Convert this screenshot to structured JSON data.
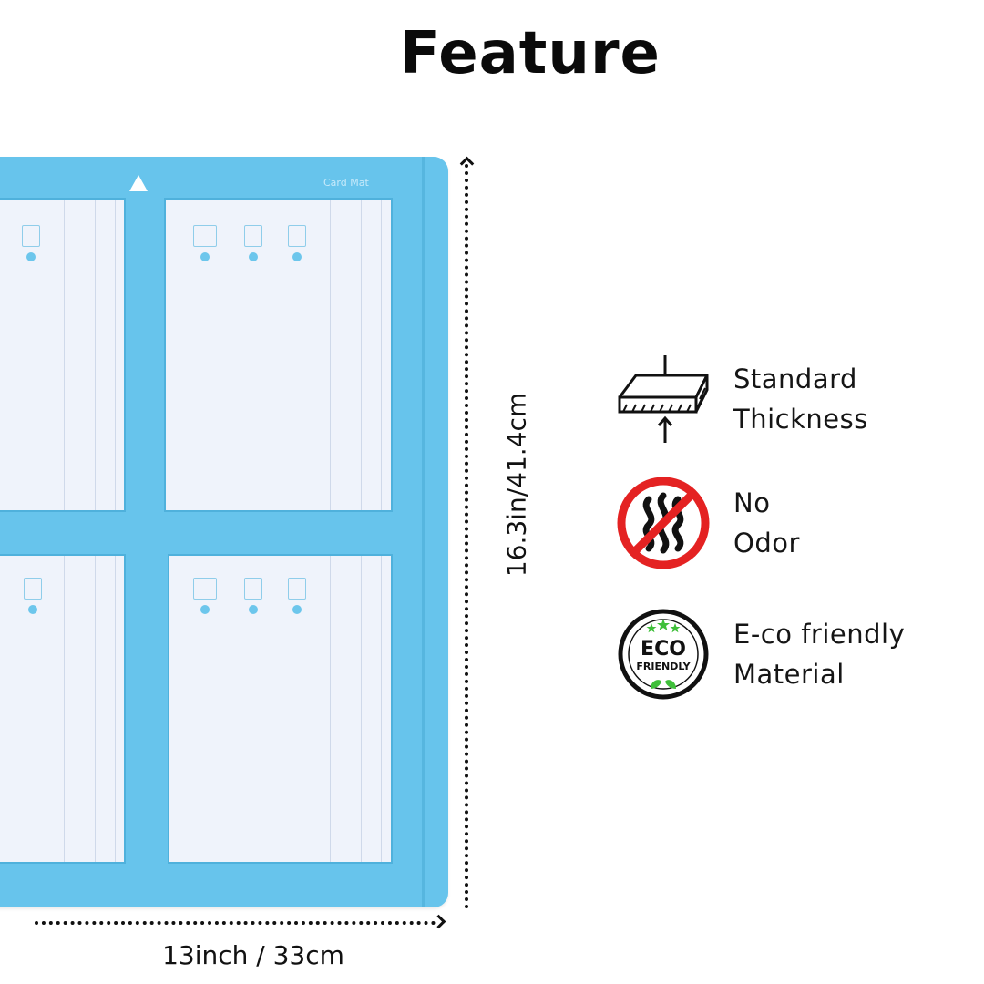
{
  "heading": "Feature",
  "dimensions": {
    "width_label": "13inch / 33cm",
    "height_label": "16.3in/41.4cm"
  },
  "mat": {
    "label": "Card Mat",
    "color": "#67c4ec"
  },
  "features": [
    {
      "icon": "thickness-icon",
      "line1": "Standard",
      "line2": "Thickness"
    },
    {
      "icon": "no-odor-icon",
      "line1": "No",
      "line2": "Odor"
    },
    {
      "icon": "eco-friendly-icon",
      "line1": "E-co friendly",
      "line2": "Material",
      "badge_line1": "ECO",
      "badge_line2": "FRIENDLY"
    }
  ]
}
